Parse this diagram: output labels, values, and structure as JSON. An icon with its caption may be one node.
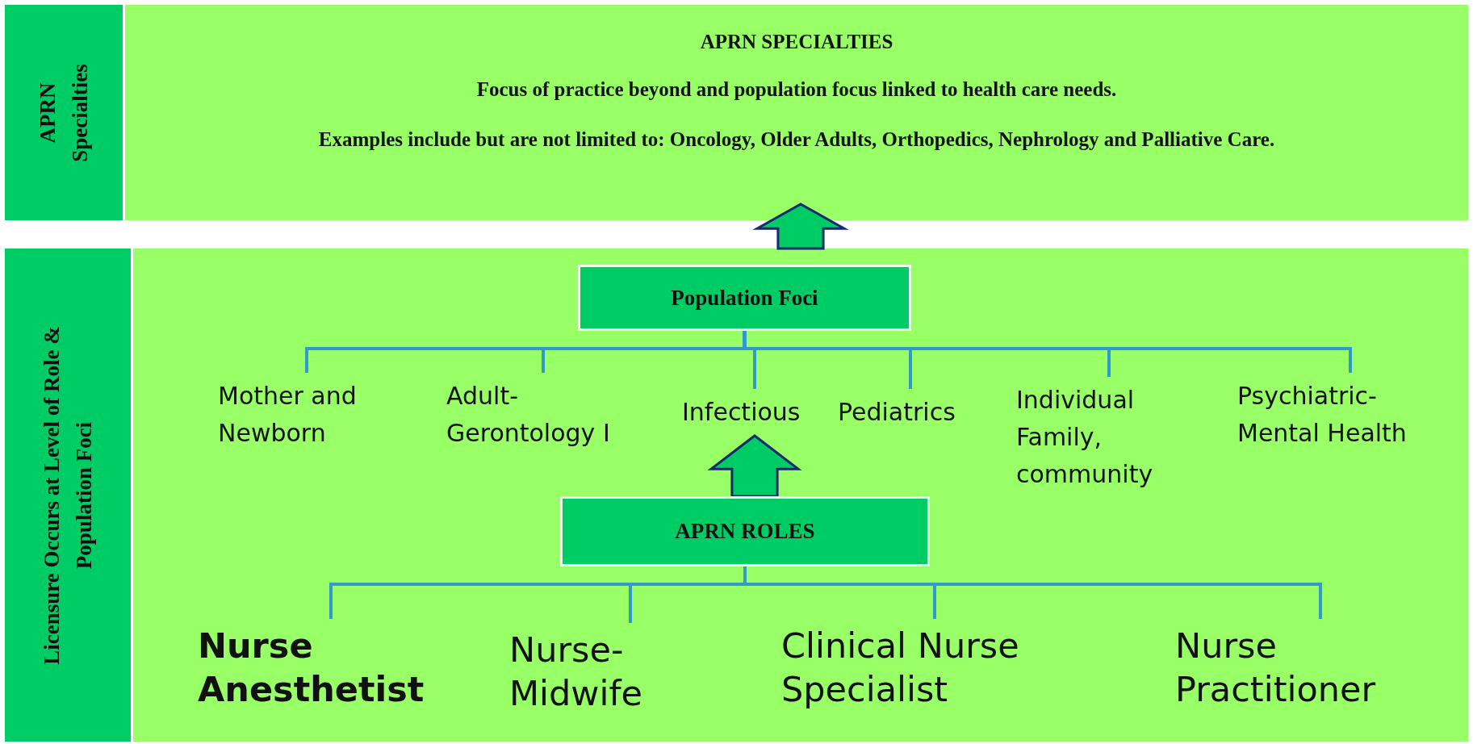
{
  "diagram": {
    "nodes": [
      {
        "text": [
          "APRN Specialties"
        ]
      },
      {
        "text": [
          "APRN SPECIALTIES",
          "Focus of practice beyond and population focus linked to health care needs.",
          "Examples include but are not limited to: Oncology, Older Adults, Orthopedics, Nephrology and Palliative Care."
        ]
      },
      {
        "text": [
          "Licensure Occurs at Level of Role & Population Foci"
        ]
      },
      {
        "text": [],
        "shape": "box"
      },
      {
        "text": [
          "Population Foci"
        ],
        "in": 3
      },
      {
        "text": [
          "Mother and Newborn"
        ],
        "in": 3
      },
      {
        "text": [
          "Adult- Gerontology I"
        ],
        "in": 3
      },
      {
        "text": [
          "Infectious"
        ],
        "in": 3
      },
      {
        "text": [
          "Pediatrics"
        ],
        "in": 3
      },
      {
        "text": [
          "Individual Family, community"
        ],
        "in": 3
      },
      {
        "text": [
          "Psychiatric- Mental Health"
        ],
        "in": 3
      },
      {
        "text": [
          "APRN ROLES"
        ],
        "in": 3
      },
      {
        "text": [
          "Nurse Anesthetist"
        ],
        "in": 3
      },
      {
        "text": [
          "Nurse- Midwife"
        ],
        "in": 3
      },
      {
        "text": [
          "Clinical Nurse Specialist"
        ],
        "in": 3
      },
      {
        "text": [
          "Nurse Practitioner"
        ],
        "in": 3
      }
    ],
    "edges": [
      {
        "from": 3,
        "to": 1,
        "arrow": "to",
        "style": "thick",
        "color": "#00cc66"
      },
      {
        "from": 11,
        "to": 7,
        "arrow": "to",
        "style": "thick",
        "color": "#00cc66"
      },
      {
        "from": 4,
        "to": 5,
        "arrow": "none"
      },
      {
        "from": 4,
        "to": 6,
        "arrow": "none"
      },
      {
        "from": 4,
        "to": 7,
        "arrow": "none"
      },
      {
        "from": 4,
        "to": 8,
        "arrow": "none"
      },
      {
        "from": 4,
        "to": 9,
        "arrow": "none"
      },
      {
        "from": 4,
        "to": 10,
        "arrow": "none"
      },
      {
        "from": 11,
        "to": 12,
        "arrow": "none"
      },
      {
        "from": 11,
        "to": 13,
        "arrow": "none"
      },
      {
        "from": 11,
        "to": 14,
        "arrow": "none"
      },
      {
        "from": 11,
        "to": 15,
        "arrow": "none"
      }
    ]
  }
}
